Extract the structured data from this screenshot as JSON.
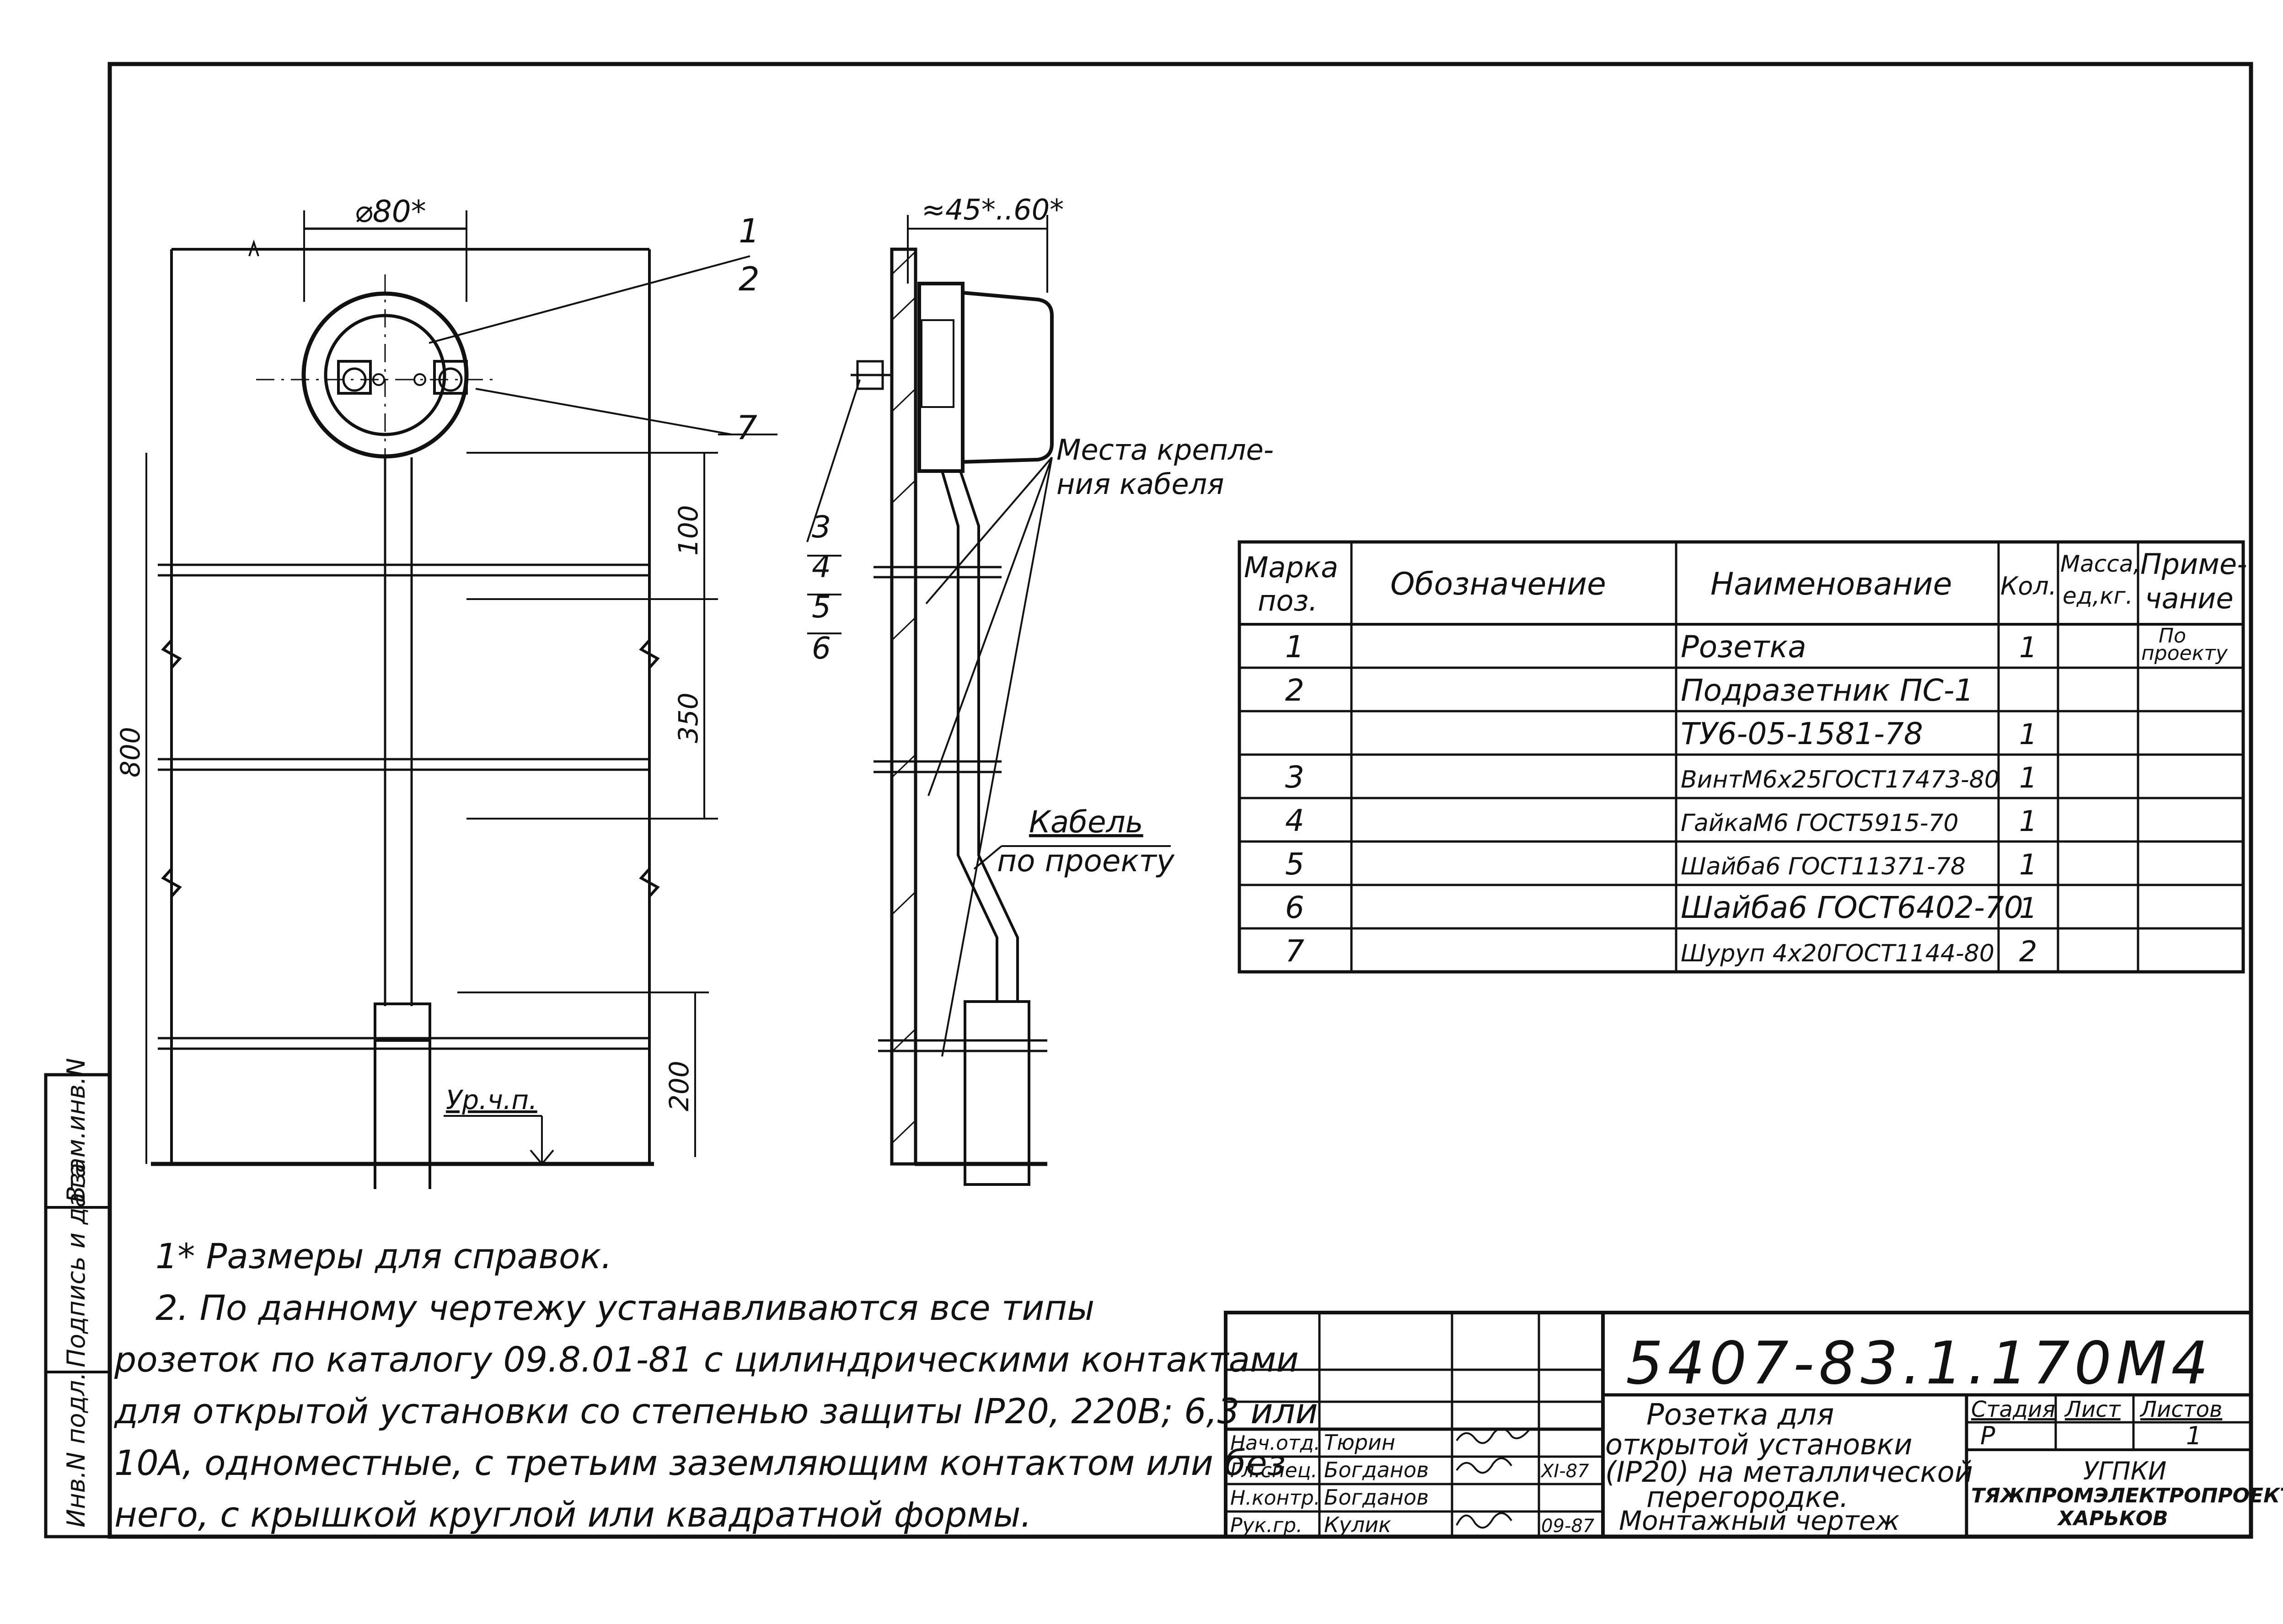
{
  "drawing": {
    "front_view": {
      "dim_diameter": "⌀80*",
      "dim_800": "800",
      "dim_100": "100",
      "dim_350": "350",
      "dim_200": "200",
      "floor_label": "Ур.ч.п.",
      "callout_1": "1",
      "callout_2": "2",
      "callout_7": "7"
    },
    "side_view": {
      "dim_depth": "≈45*..60*",
      "callout_3": "3",
      "callout_4": "4",
      "callout_5": "5",
      "callout_6": "6",
      "cable_fix_label_line1": "Места крепле-",
      "cable_fix_label_line2": "ния кабеля",
      "cable_label_line1": "Кабель",
      "cable_label_line2": "по проекту"
    }
  },
  "spec_table": {
    "headers": {
      "mark": "Марка поз.",
      "mark_line1": "Марка",
      "mark_line2": "поз.",
      "designation": "Обозначение",
      "name": "Наименование",
      "qty": "Кол.",
      "mass_line1": "Масса,",
      "mass_line2": "ед,кг.",
      "note_line1": "Приме-",
      "note_line2": "чание"
    },
    "rows": [
      {
        "mark": "1",
        "designation": "",
        "name": "Розетка",
        "qty": "1",
        "mass": "",
        "note_line1": "По",
        "note_line2": "проекту"
      },
      {
        "mark": "2",
        "designation": "",
        "name": "Подразетник ПС-1",
        "qty": "",
        "mass": "",
        "note_line1": "",
        "note_line2": ""
      },
      {
        "mark": "",
        "designation": "",
        "name": "ТУ6-05-1581-78",
        "qty": "1",
        "mass": "",
        "note_line1": "",
        "note_line2": ""
      },
      {
        "mark": "3",
        "designation": "",
        "name": "ВинтМ6х25ГОСТ17473-80",
        "qty": "1",
        "mass": "",
        "note_line1": "",
        "note_line2": ""
      },
      {
        "mark": "4",
        "designation": "",
        "name": "ГайкаМ6 ГОСТ5915-70",
        "qty": "1",
        "mass": "",
        "note_line1": "",
        "note_line2": ""
      },
      {
        "mark": "5",
        "designation": "",
        "name": "Шайба6 ГОСТ11371-78",
        "qty": "1",
        "mass": "",
        "note_line1": "",
        "note_line2": ""
      },
      {
        "mark": "6",
        "designation": "",
        "name": "Шайба6 ГОСТ6402-70",
        "qty": "1",
        "mass": "",
        "note_line1": "",
        "note_line2": ""
      },
      {
        "mark": "7",
        "designation": "",
        "name": "Шуруп 4х20ГОСТ1144-80",
        "qty": "2",
        "mass": "",
        "note_line1": "",
        "note_line2": ""
      }
    ]
  },
  "notes": {
    "line1": "1* Размеры для справок.",
    "line2": "2. По данному чертежу устанавливаются все типы",
    "line3": "розеток по каталогу 09.8.01-81 с цилиндрическими контактами",
    "line4": "для открытой установки со степенью защиты IP20, 220В; 6,3 или",
    "line5": "10А, одноместные, с третьим заземляющим контактом или без",
    "line6": "него, с крышкой круглой или квадратной формы."
  },
  "left_margin": {
    "cell1": "Взам.инв.N",
    "cell2": "Подпись и дата",
    "cell3": "Инв.N подл."
  },
  "title_block": {
    "doc_number": "5407-83.1.170М4",
    "roles": [
      {
        "role": "Нач.отд.",
        "name": "Тюрин",
        "date": ""
      },
      {
        "role": "Гл.спец.",
        "name": "Богданов",
        "date": "XI-87"
      },
      {
        "role": "Н.контр.",
        "name": "Богданов",
        "date": ""
      },
      {
        "role": "Рук.гр.",
        "name": "Кулик",
        "date": "09-87"
      }
    ],
    "title_line1": "Розетка для",
    "title_line2": "открытой установки",
    "title_line3": "(IP20) на металлической",
    "title_line4": "перегородке.",
    "title_line5": "Монтажный чертеж",
    "stage_label": "Стадия",
    "sheet_label": "Лист",
    "sheets_label": "Листов",
    "stage": "Р",
    "sheet": "",
    "sheets": "1",
    "org_line1": "УГПКИ",
    "org_line2": "ТЯЖПРОМЭЛЕКТРОПРОЕКТ",
    "org_line3": "ХАРЬКОВ"
  }
}
